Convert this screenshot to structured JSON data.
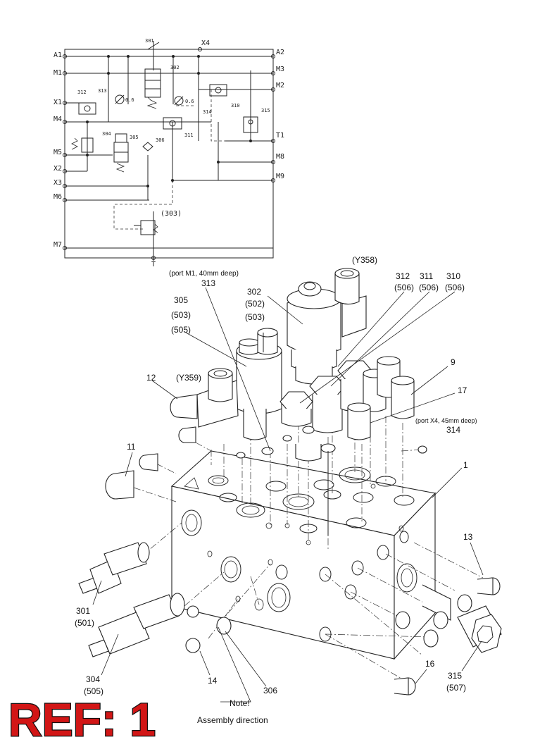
{
  "schematic": {
    "ports_left": [
      "A1",
      "M1",
      "X1",
      "M4",
      "M5",
      "X2",
      "X3",
      "M6",
      "M7"
    ],
    "ports_right": [
      "A2",
      "M3",
      "M2",
      "T1",
      "M8",
      "M9"
    ],
    "port_top": "X4",
    "port_bottom": "T",
    "components": [
      "301",
      "302",
      "312",
      "313",
      "314",
      "310",
      "315",
      "304",
      "305",
      "306",
      "311"
    ],
    "orifice_313": "0.6",
    "orifice_314": "0.6",
    "ref_303": "(303)"
  },
  "callouts": {
    "y358": "(Y358)",
    "port_m1_note": "(port M1, 40mm deep)",
    "c313": "313",
    "c305": "305",
    "c305_ref1": "(503)",
    "c305_ref2": "(505)",
    "c302": "302",
    "c302_ref1": "(502)",
    "c302_ref2": "(503)",
    "c312": "312",
    "c312_ref": "(506)",
    "c311": "311",
    "c311_ref": "(506)",
    "c310": "310",
    "c310_ref": "(506)",
    "c9": "9",
    "c17": "17",
    "port_x4_note": "(port X4, 45mm deep)",
    "c314": "314",
    "c12": "12",
    "y359": "(Y359)",
    "c11": "11",
    "c1": "1",
    "c13": "13",
    "c301": "301",
    "c301_ref": "(501)",
    "c304": "304",
    "c304_ref": "(505)",
    "c14": "14",
    "c306": "306",
    "c16": "16",
    "c315": "315",
    "c315_ref": "(507)",
    "note": "Note!",
    "assembly": "Assembly direction"
  },
  "ref_label": "REF: 1"
}
